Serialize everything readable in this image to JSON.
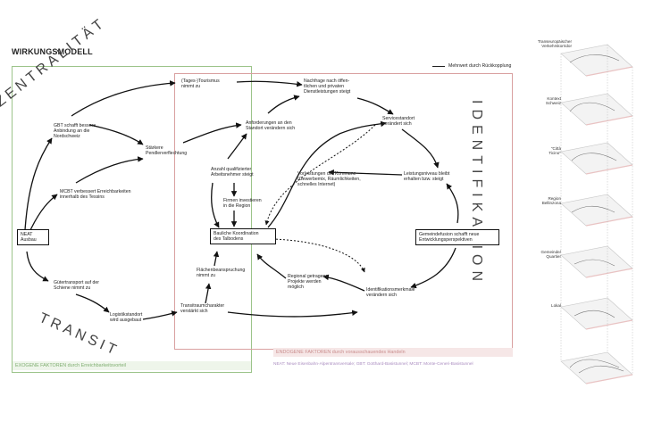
{
  "title": "WIRKUNGSMODELL",
  "legend": "Mehrwert durch Rückkopplung",
  "big_labels": {
    "zentralitaet": "ZENTRALITÄT",
    "transit": "TRANSIT",
    "identifikation": "IDENTIFIKATION"
  },
  "bands": {
    "exogen": "EXOGENE FAKTOREN durch Erreichbarkeitsvorteil",
    "endogen": "ENDOGENE FAKTOREN durch vorausschauendes Handeln"
  },
  "footnote": "NEAT: Neue Eisenbahn-Alpentransversale; GBT: Gotthard-Basistunnel; MCBT: Monte-Ceneri-Basistunnel",
  "nodes": {
    "neat": "NEAT\nAusbau",
    "gbt": "GBT schafft bessere\nAnbindung an die\nNordschweiz",
    "mcbt": "MCBT verbessert Erreichbarkeiten\ninnerhalb des Tessins",
    "gueter": "Gütertransport auf der\nSchiene nimmt zu",
    "logistik": "Logistikstandort\nwird ausgebaut",
    "tourismus": "(Tages-)Tourismus\nnimmt zu",
    "pendler": "Stärkere\nPendlerverflechtung",
    "anzahl": "Anzahl qualifizierter\nArbeitsnehmer steigt",
    "firmen": "Firmen investieren\nin die Region",
    "baulich": "Bauliche Koordination\ndes Talbodens",
    "flaechen": "Flächenbeanspruchung\nnimmt zu",
    "transitraum": "Transitraumcharakter\nverstärkt sich",
    "anforderungen": "Anforderungen an den\nStandort verändern sich",
    "nachfrage": "Nachfrage nach öffen-\ntlichen und privaten\nDienstleistungen steigt",
    "service": "Servicestandort\nverändert sich",
    "vorleistungen": "Vorleistungen der Kommune\n(Gewerbemix, Räumlichkeiten,\nschnelles Internet)",
    "leistungsniveau": "Leistungsniveau bleibt\nerhalten bzw. steigt",
    "gemeinde": "Gemeindefusion schafft neue\nEntwicklungsperspektiven",
    "projekte": "Regional getragene\nProjekte werden\nmöglich",
    "identifikation": "Identifikationsmerkmale\nverändern sich"
  },
  "panels": [
    "Transeuropäischer\nVerkehrskorridor",
    "Kontext\nSchweiz",
    "\"Città\nTicino\"",
    "Region\nBellinzona",
    "Gemeinde/\nQuartier",
    "Lokal"
  ],
  "colors": {
    "exogen": "#9cc48a",
    "endogen": "#d9a0a0",
    "exogen_band": "#eef5ea",
    "endogen_band": "#f6e7e7",
    "exogen_text": "#7fae70",
    "endogen_text": "#c98d8d",
    "footnote": "#a98bbf"
  }
}
